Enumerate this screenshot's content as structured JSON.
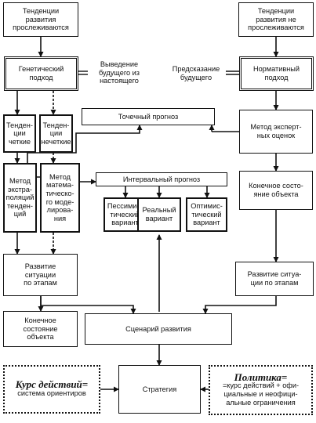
{
  "nodes": {
    "trends_traced": "Тенденции\nразвития\nпрослеживаются",
    "trends_not_traced": "Тенденции\nразвития не\nпрослеживаются",
    "genetic": "Генетический\nподход",
    "derive_future": "Выведение\nбудущего из\nнастоящего",
    "predict_future": "Предсказание\nбудущего",
    "normative": "Нормативный\nподход",
    "point_forecast": "Точечный прогноз",
    "trends_clear": "Тенден-\nции\nчеткие",
    "trends_fuzzy": "Тенден-\nции\nнечеткие",
    "expert_method": "Метод эксперт-\nных оценок",
    "interval_forecast": "Интервальный прогноз",
    "extrapolation": "Метод\nэкстра-\nполяций\nтенден-\nций",
    "math_modeling": "Метод\nматема-\nтическо-\nго моде-\nлирова-\nния",
    "pessimistic": "Пессимис-\nтический\nвариант",
    "real": "Реальный\nвариант",
    "optimistic": "Оптимис-\nтический\nвариант",
    "final_state_right": "Конечное состо-\nяние объекта",
    "situation_left": "Развитие\nситуации\nпо этапам",
    "situation_right": "Развитие ситуа-\nции по этапам",
    "final_state_left": "Конечное\nсостояние\nобъекта",
    "scenario": "Сценарий развития",
    "strategy": "Стратегия",
    "course_title": "Курс действий=",
    "course_text": "система ориентиров",
    "policy_title": "Политика=",
    "policy_text": "=курс действий + офи-\nциальные и неофици-\nальные ограничения"
  }
}
